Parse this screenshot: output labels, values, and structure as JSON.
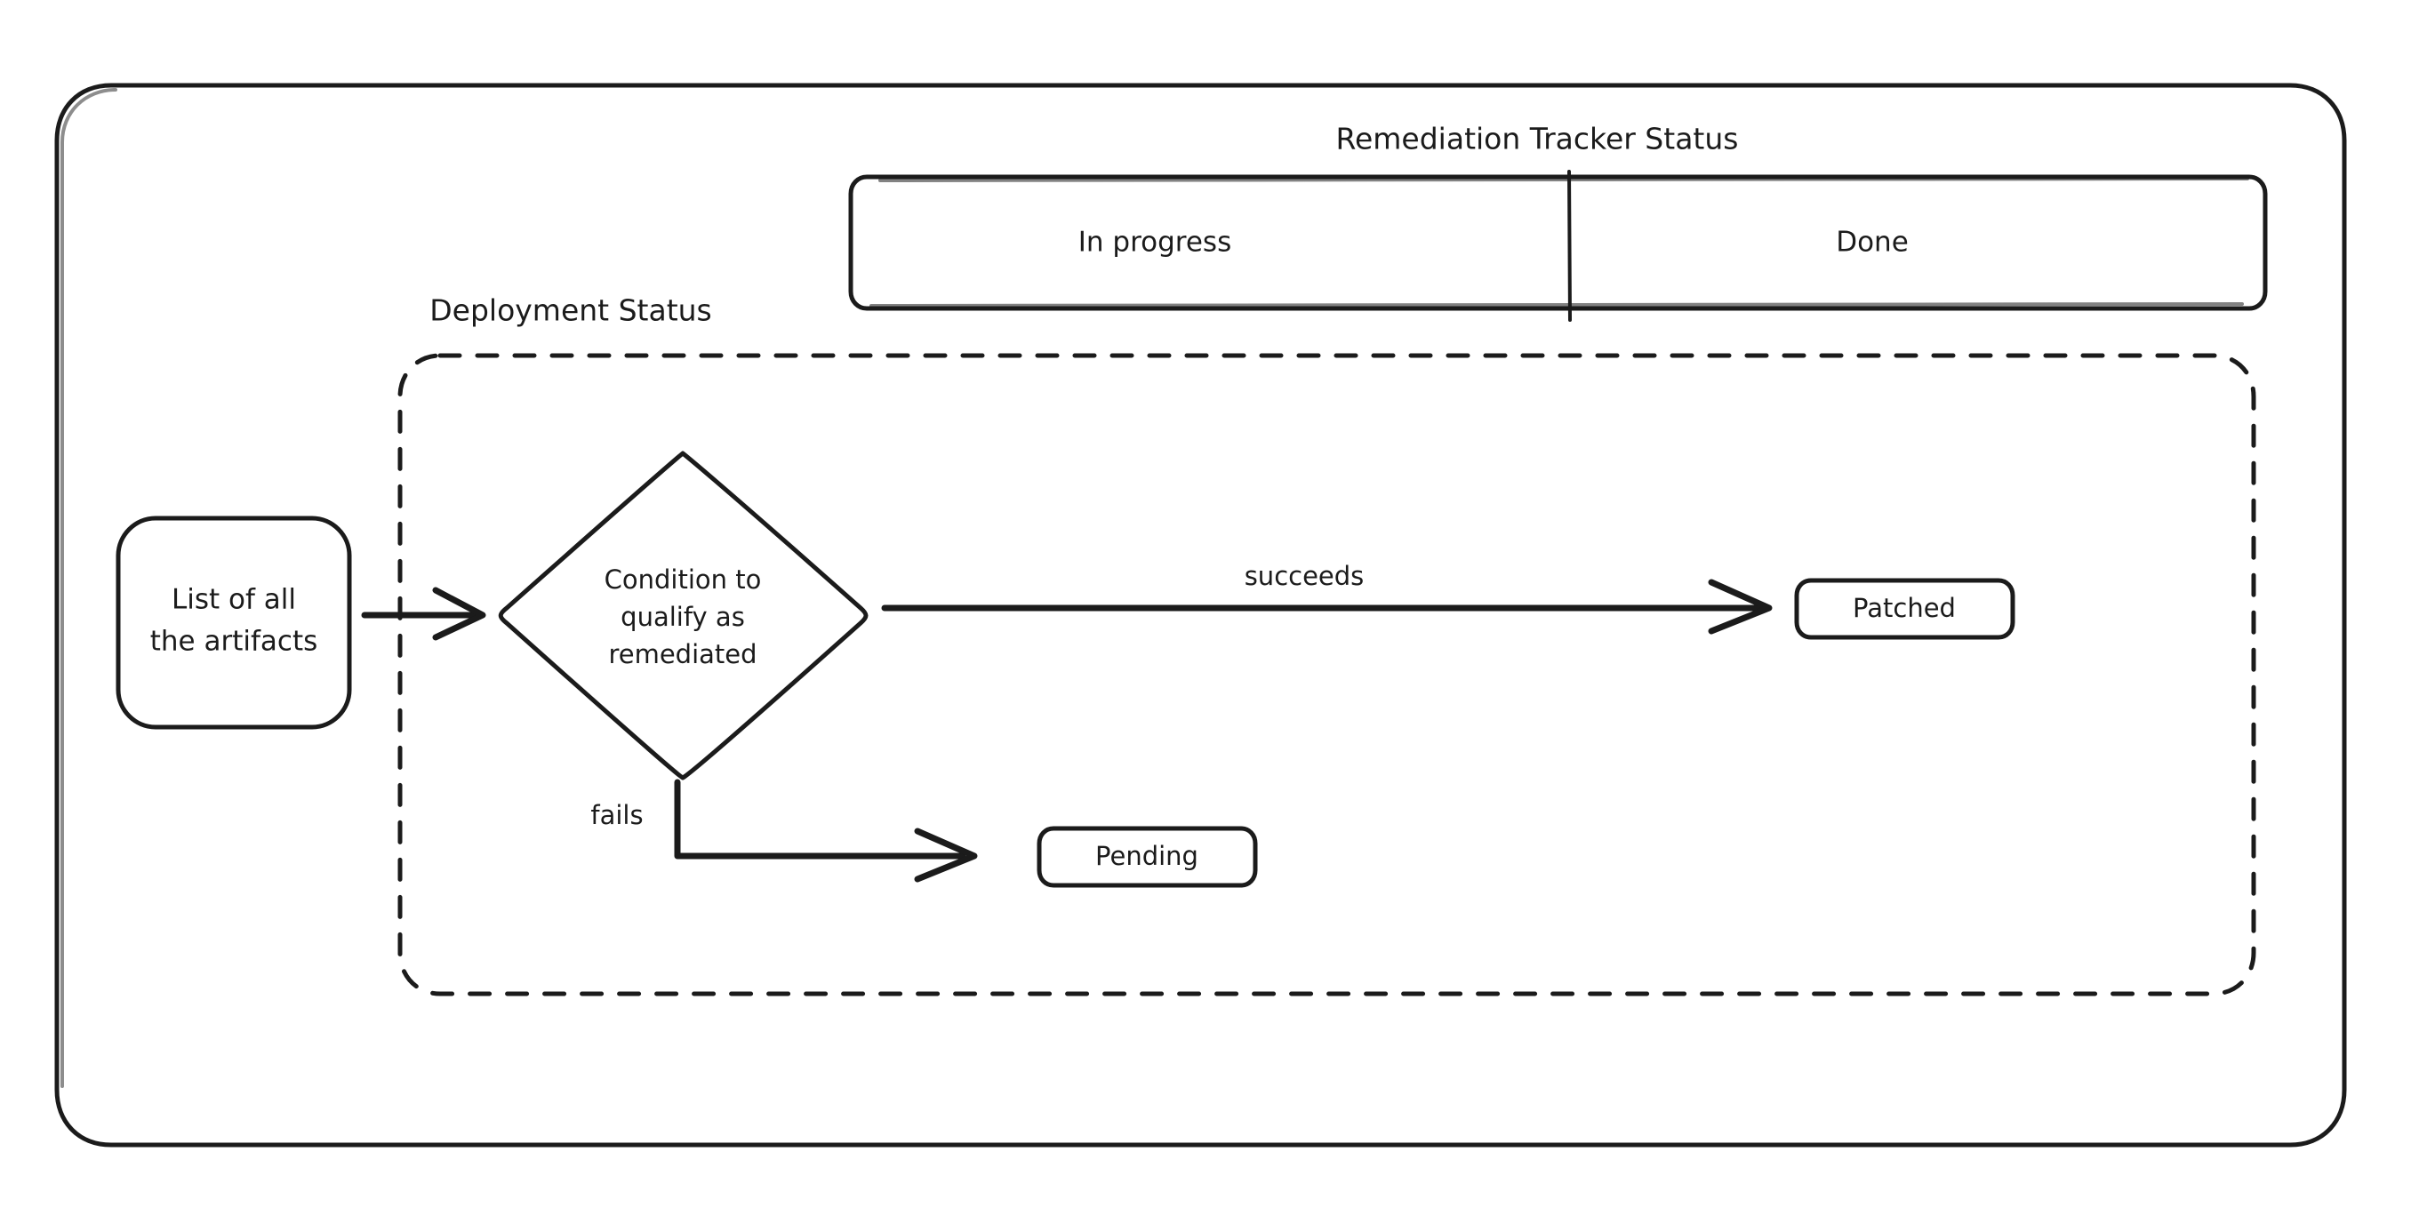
{
  "diagram": {
    "title_note": "Remediation tracker / deployment status flowchart",
    "style": "hand-drawn sketch",
    "colors": {
      "stroke": "#1b1b1b",
      "background": "#ffffff",
      "fill": "#ffffff"
    }
  },
  "outer_frame": {
    "name": "outer-container"
  },
  "remediation_tracker": {
    "label": "Remediation Tracker Status",
    "cells": [
      {
        "label": "In progress"
      },
      {
        "label": "Done"
      }
    ]
  },
  "deployment_status": {
    "label": "Deployment Status"
  },
  "nodes": [
    {
      "id": "list",
      "label_lines": [
        "List of all",
        "the artifacts"
      ],
      "shape": "rounded-rect"
    },
    {
      "id": "condition",
      "label_lines": [
        "Condition to",
        "qualify as",
        "remediated"
      ],
      "shape": "diamond"
    },
    {
      "id": "patched",
      "label": "Patched",
      "shape": "rounded-rect"
    },
    {
      "id": "pending",
      "label": "Pending",
      "shape": "rounded-rect"
    }
  ],
  "edges": [
    {
      "from": "list",
      "to": "condition",
      "label": ""
    },
    {
      "from": "condition",
      "to": "patched",
      "label": "succeeds"
    },
    {
      "from": "condition",
      "to": "pending",
      "label": "fails"
    }
  ]
}
